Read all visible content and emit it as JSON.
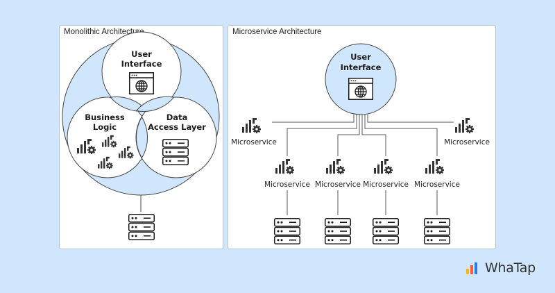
{
  "monolith": {
    "title": "Monolithic Architecture",
    "ui_label": [
      "User",
      "Interface"
    ],
    "bl_label": [
      "Business",
      "Logic"
    ],
    "dal_label": [
      "Data",
      "Access Layer"
    ]
  },
  "micro": {
    "title": "Microservice Architecture",
    "ui_label": [
      "User",
      "Interface"
    ],
    "service_label": "Microservice"
  },
  "brand": {
    "name": "WhaTap"
  },
  "colors": {
    "background": "#cfe6fc",
    "circle_fill": "#cfe6fc",
    "stroke": "#444444",
    "logo_bars": [
      "#ffb21a",
      "#ff5a36",
      "#2a7de1"
    ]
  }
}
